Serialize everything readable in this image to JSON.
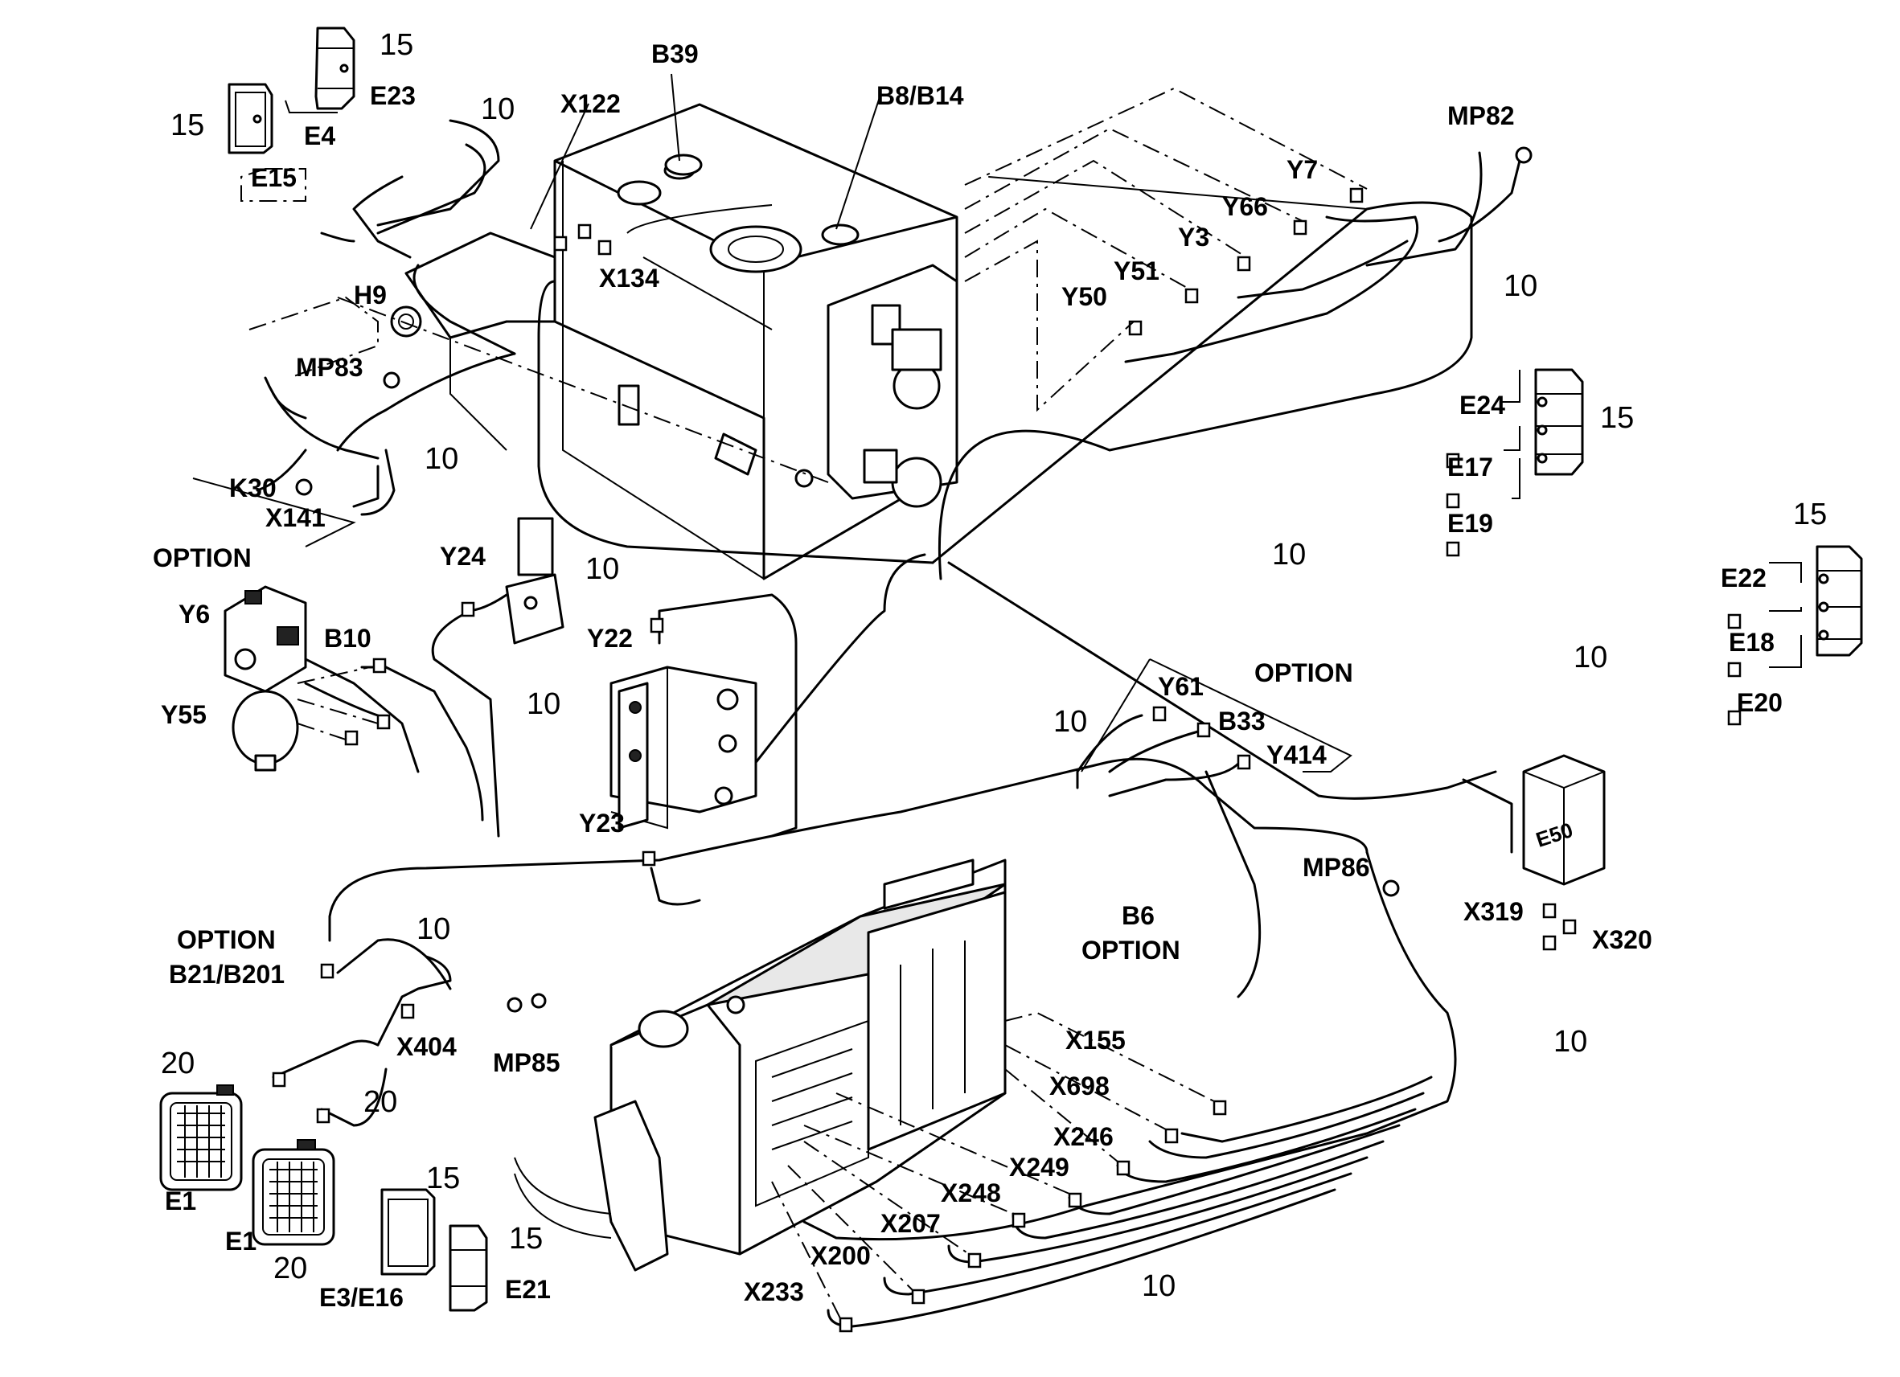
{
  "labels": {
    "B39": "B39",
    "B8_B14": "B8/B14",
    "X122": "X122",
    "MP82": "MP82",
    "E23": "E23",
    "E4": "E4",
    "E15": "E15",
    "Y7": "Y7",
    "Y66": "Y66",
    "Y3": "Y3",
    "Y51": "Y51",
    "Y50": "Y50",
    "X134": "X134",
    "H9": "H9",
    "MP83": "MP83",
    "K30": "K30",
    "X141": "X141",
    "OPTION_K30": "OPTION",
    "Y24": "Y24",
    "Y6": "Y6",
    "B10": "B10",
    "Y55": "Y55",
    "Y22": "Y22",
    "Y23": "Y23",
    "E24": "E24",
    "E17": "E17",
    "E19": "E19",
    "E22": "E22",
    "E18": "E18",
    "E20": "E20",
    "Y61": "Y61",
    "OPTION_Y61": "OPTION",
    "B33": "B33",
    "Y414": "Y414",
    "E50": "E50",
    "MP86": "MP86",
    "B6": "B6",
    "OPTION_B6": "OPTION",
    "X319": "X319",
    "X320": "X320",
    "OPTION_B21": "OPTION",
    "B21_B201": "B21/B201",
    "X404": "X404",
    "MP85": "MP85",
    "X155": "X155",
    "X698": "X698",
    "X246": "X246",
    "X249": "X249",
    "X248": "X248",
    "X207": "X207",
    "X200": "X200",
    "X233": "X233",
    "E1_a": "E1",
    "E1_b": "E1",
    "E3_E16": "E3/E16",
    "E21": "E21"
  },
  "numbers": {
    "n15_e23": "15",
    "n15_e4": "15",
    "n10_top": "10",
    "n10_mp82": "10",
    "n15_e24": "15",
    "n10_k30": "10",
    "n10_y24": "10",
    "n10_e19": "10",
    "n15_e22": "15",
    "n10_e18": "10",
    "n10_b10": "10",
    "n10_y61": "10",
    "n10_b21": "10",
    "n20_e1a": "20",
    "n20_x404": "20",
    "n20_e1b": "20",
    "n15_e3": "15",
    "n15_e21": "15",
    "n10_x319": "10",
    "n10_bottom": "10"
  }
}
